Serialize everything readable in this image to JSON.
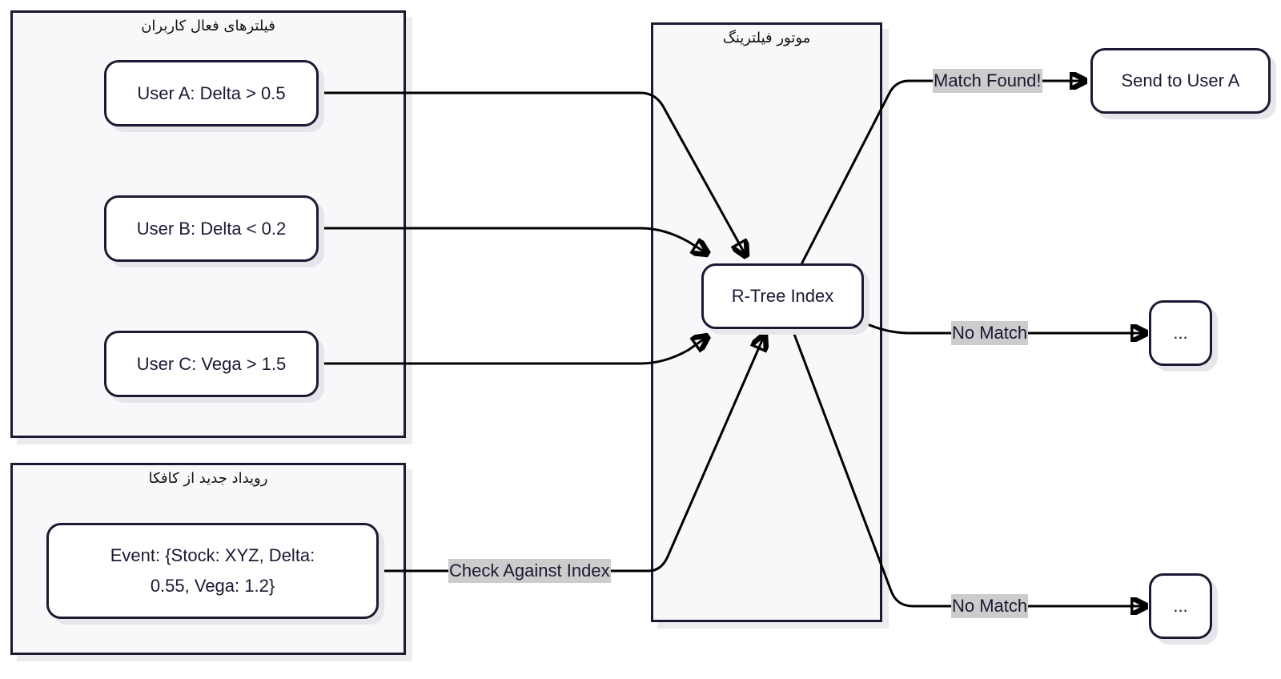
{
  "diagram": {
    "clusters": {
      "user_filters": {
        "title": "فیلترهای فعال کاربران"
      },
      "kafka_event": {
        "title": "رویداد جدید از کافکا"
      },
      "filter_engine": {
        "title": "موتور فیلترینگ"
      }
    },
    "nodes": {
      "user_a": "User A: Delta > 0.5",
      "user_b": "User B: Delta < 0.2",
      "user_c": "User C: Vega > 1.5",
      "event": "Event: {Stock: XYZ, Delta: 0.55, Vega: 1.2}",
      "rtree": "R-Tree Index",
      "send_user_a": "Send to User A",
      "ellipsis_1": "...",
      "ellipsis_2": "..."
    },
    "edge_labels": {
      "check_against_index": "Check Against Index",
      "match_found": "Match Found!",
      "no_match_1": "No Match",
      "no_match_2": "No Match"
    },
    "edges": [
      {
        "from": "user_a",
        "to": "rtree",
        "label": ""
      },
      {
        "from": "user_b",
        "to": "rtree",
        "label": ""
      },
      {
        "from": "user_c",
        "to": "rtree",
        "label": ""
      },
      {
        "from": "event",
        "to": "rtree",
        "label": "Check Against Index"
      },
      {
        "from": "rtree",
        "to": "send_user_a",
        "label": "Match Found!"
      },
      {
        "from": "rtree",
        "to": "ellipsis_1",
        "label": "No Match"
      },
      {
        "from": "rtree",
        "to": "ellipsis_2",
        "label": "No Match"
      }
    ],
    "colors": {
      "stroke": "#1a1a33",
      "cluster_fill": "#f8f8fa",
      "node_fill": "#ffffff",
      "edge_label_bg": "#cccccc"
    }
  }
}
